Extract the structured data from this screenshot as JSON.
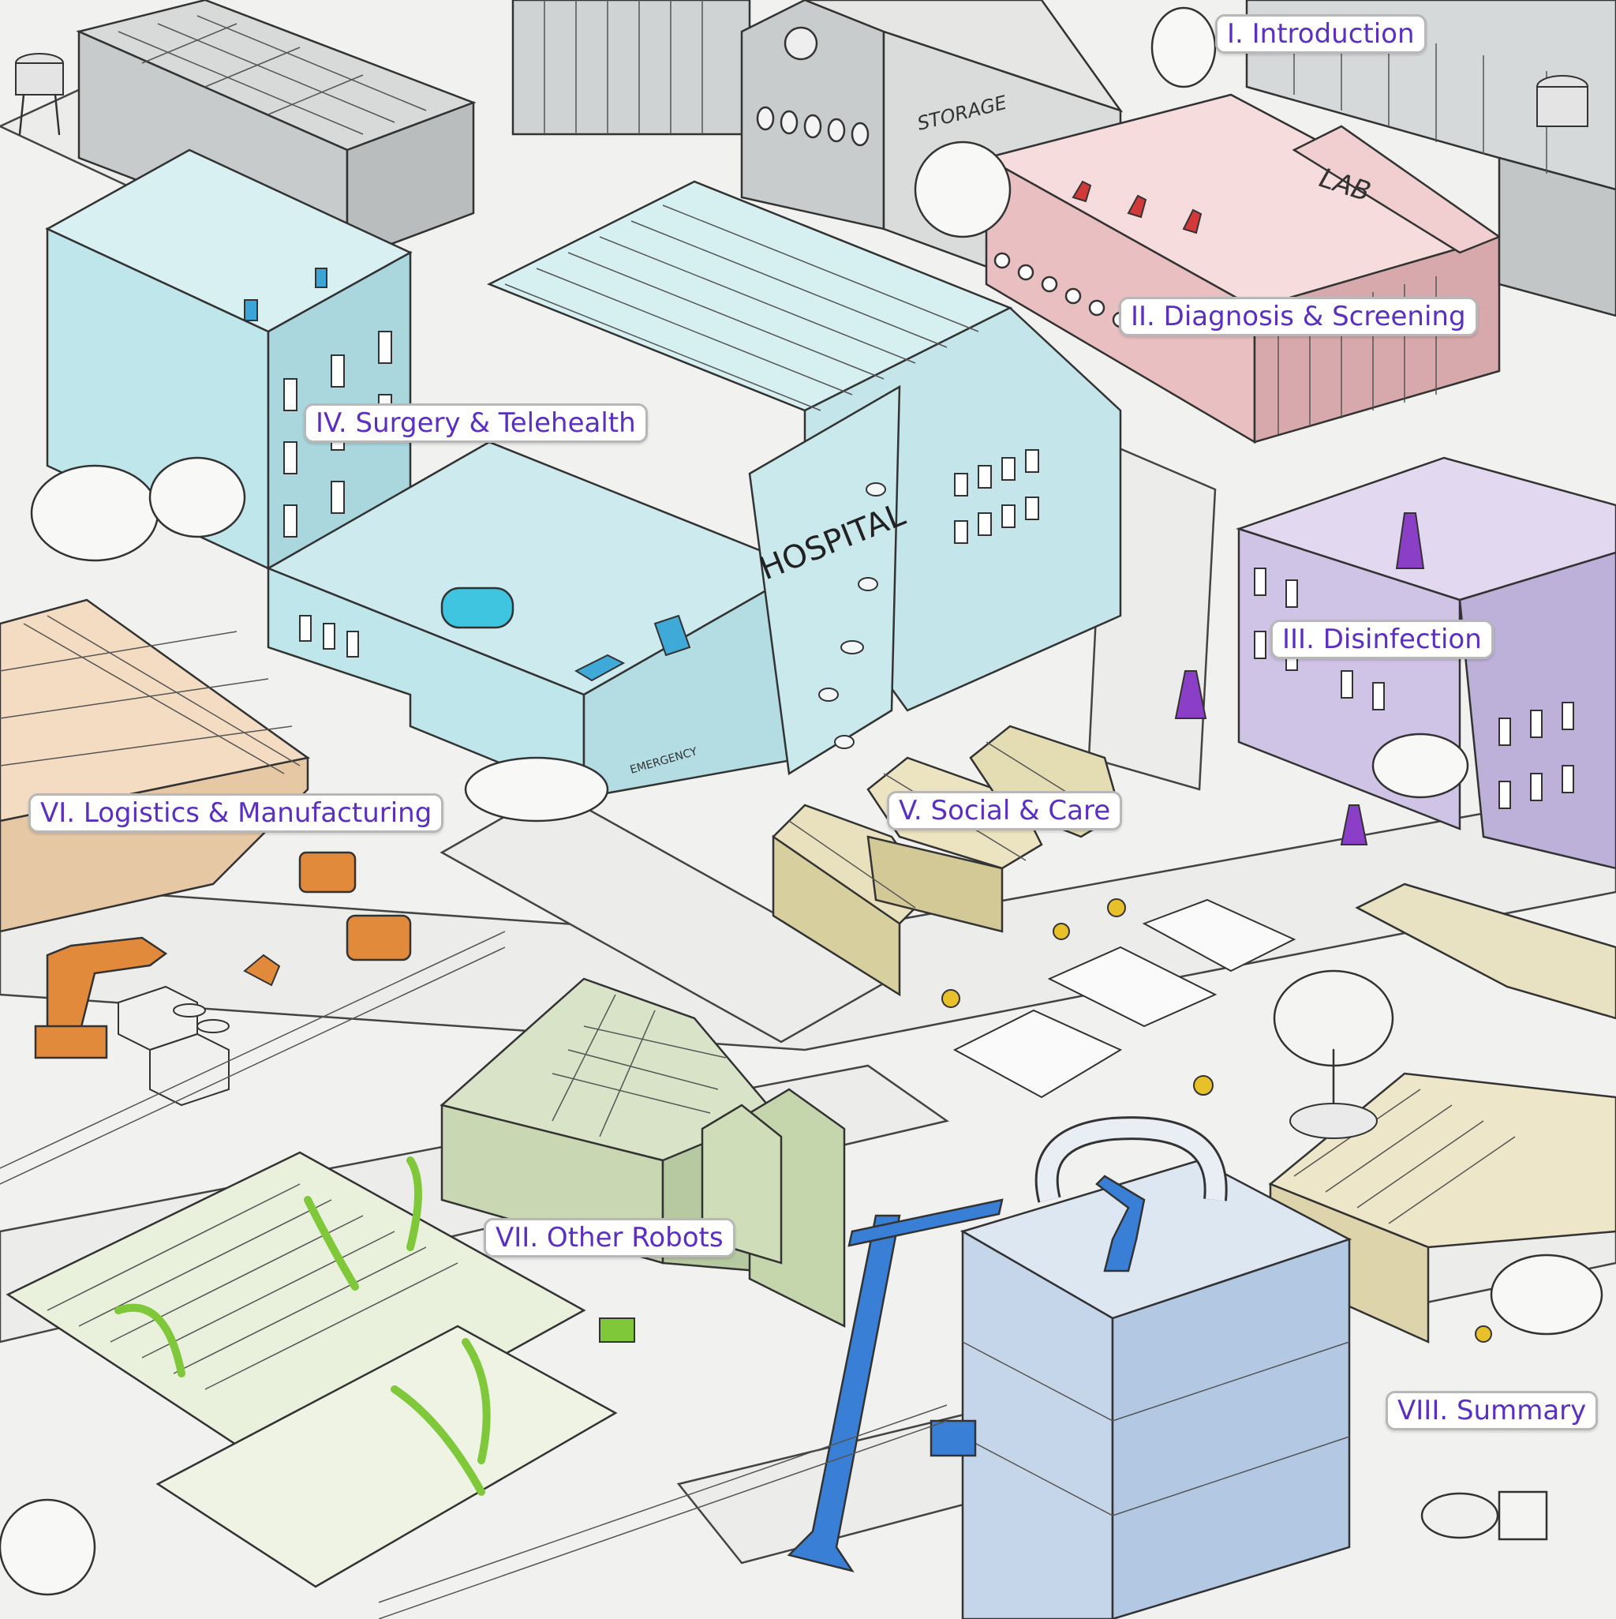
{
  "colors": {
    "label_text": "#5a2fc2",
    "label_border": "#b8b8b8",
    "hospital": "#bfe6ea",
    "lab": "#f2c9cc",
    "disinfection": "#cfc3e6",
    "logistics": "#f3d3b3",
    "social": "#e4dcb2",
    "other": "#c9d8b2",
    "summary": "#b9cde6",
    "robot_orange": "#e28a3c",
    "robot_blue": "#3a7fd6",
    "robot_green": "#7ec83a",
    "robot_purple": "#8a3fc6",
    "robot_yellow": "#e8c02a",
    "robot_red": "#d23a3a"
  },
  "building_signs": {
    "storage": "STORAGE",
    "lab": "LAB",
    "hospital": "HOSPITAL",
    "emergency": "EMERGENCY"
  },
  "sections": [
    {
      "id": "introduction",
      "label": "I. Introduction"
    },
    {
      "id": "diagnosis",
      "label": "II. Diagnosis & Screening"
    },
    {
      "id": "disinfection",
      "label": "III. Disinfection"
    },
    {
      "id": "surgery",
      "label": "IV. Surgery & Telehealth"
    },
    {
      "id": "social",
      "label": "V. Social & Care"
    },
    {
      "id": "logistics",
      "label": "VI. Logistics & Manufacturing"
    },
    {
      "id": "other",
      "label": "VII. Other Robots"
    },
    {
      "id": "summary",
      "label": "VIII. Summary"
    }
  ]
}
